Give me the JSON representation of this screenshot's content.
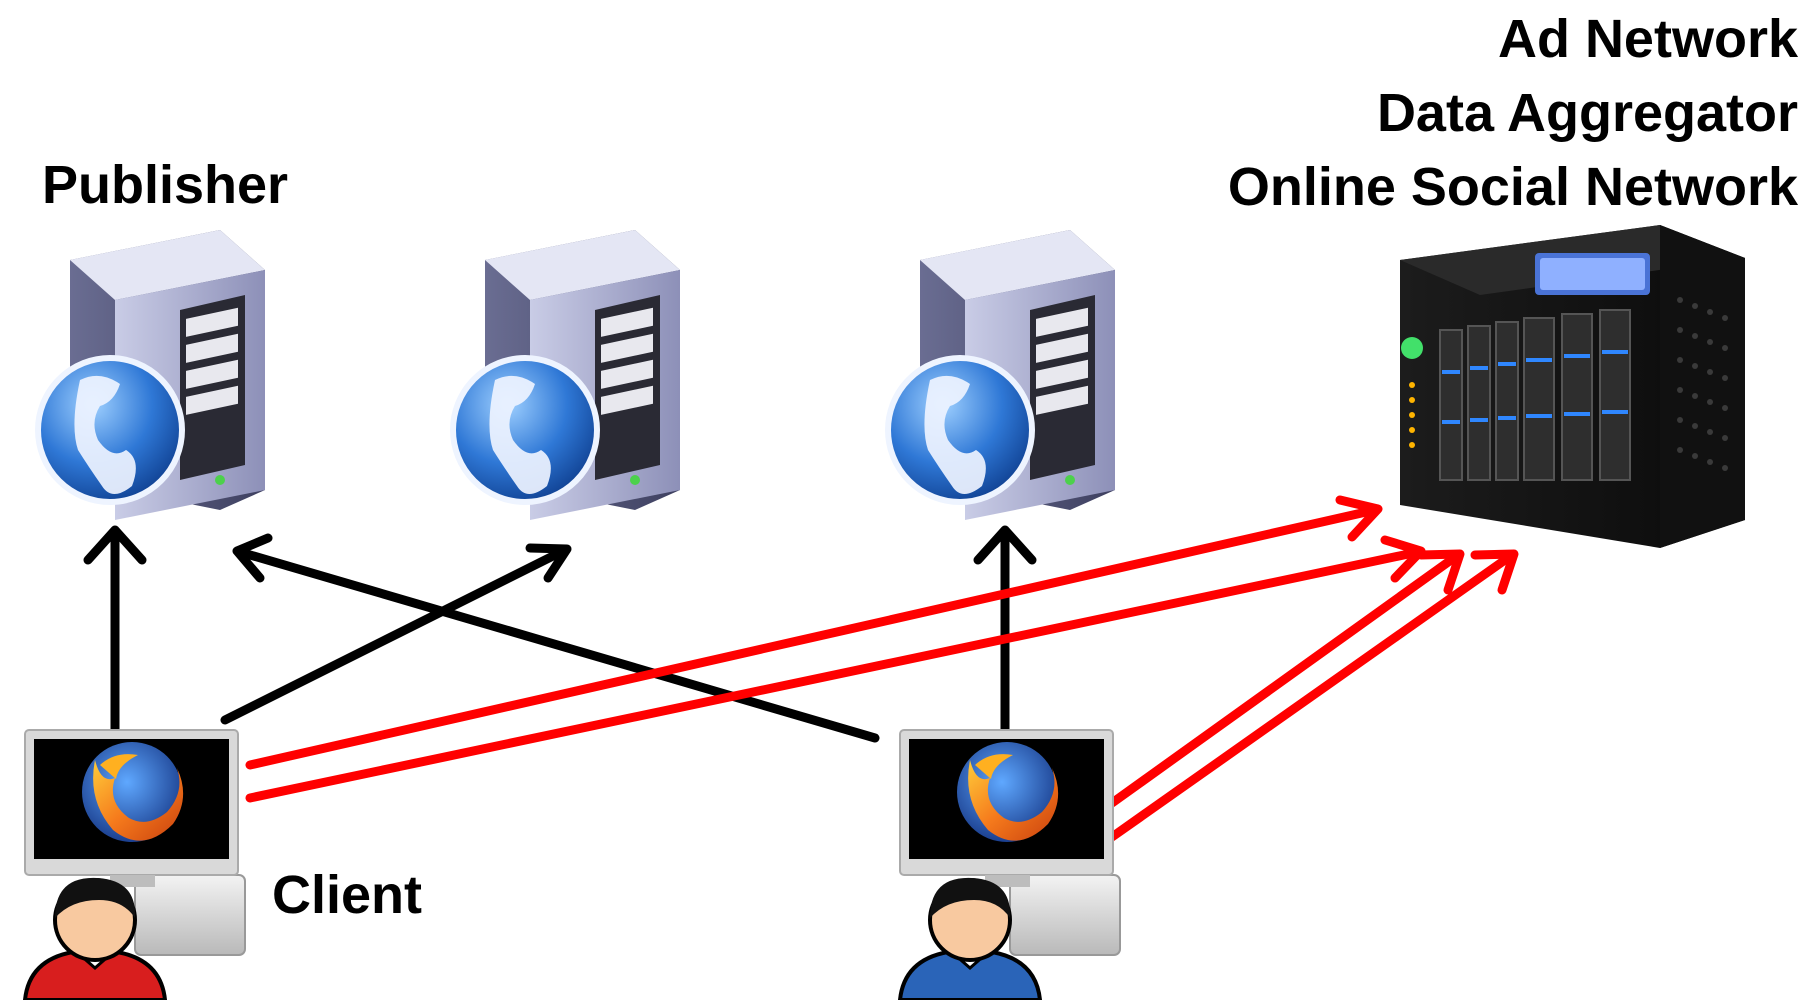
{
  "labels": {
    "publisher": "Publisher",
    "client": "Client",
    "third_party": [
      "Ad Network",
      "Data Aggregator",
      "Online Social Network"
    ]
  },
  "icons": {
    "publisher_servers": [
      "web-server-icon",
      "web-server-icon",
      "web-server-icon"
    ],
    "third_party_server": "storage-server-icon",
    "clients": [
      "firefox-computer-icon",
      "firefox-computer-icon"
    ],
    "users": [
      "user-red-icon",
      "user-blue-icon"
    ]
  },
  "colors": {
    "first_party_arrow": "#000000",
    "third_party_arrow": "#ff0000",
    "user_red": "#d81e1e",
    "user_blue": "#2a64b8"
  }
}
